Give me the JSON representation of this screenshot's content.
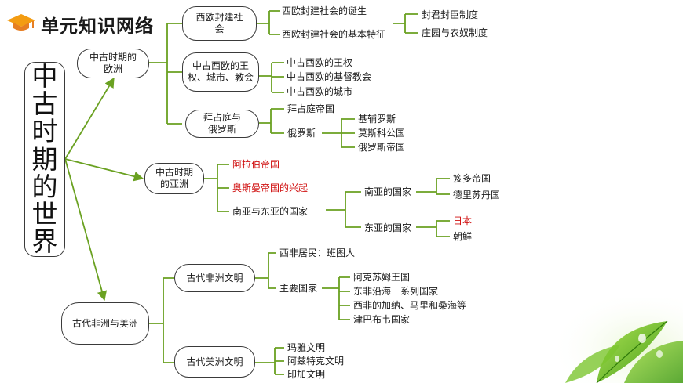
{
  "header": {
    "title": "单元知识网络",
    "icon": "graduation-cap-icon"
  },
  "root": {
    "chars": [
      "中",
      "古",
      "时",
      "期",
      "的",
      "世",
      "界"
    ]
  },
  "branches": {
    "europe": {
      "label": "中古时期的欧洲",
      "feudal": {
        "label": "西欧封建社会",
        "items": [
          "西欧封建社会的诞生",
          "西欧封建社会的基本特征"
        ],
        "features": [
          "封君封臣制度",
          "庄园与农奴制度"
        ]
      },
      "kingship": {
        "label": "中古西欧的王权、城市、教会",
        "items": [
          "中古西欧的王权",
          "中古西欧的基督教会",
          "中古西欧的城市"
        ]
      },
      "byzantium": {
        "label": "拜占庭与俄罗斯",
        "items": [
          "拜占庭帝国",
          "俄罗斯"
        ],
        "russia": [
          "基辅罗斯",
          "莫斯科公国",
          "俄罗斯帝国"
        ]
      }
    },
    "asia": {
      "label": "中古时期的亚洲",
      "items": [
        "阿拉伯帝国",
        "奥斯曼帝国的兴起",
        "南亚与东亚的国家"
      ],
      "south_asia": {
        "label": "南亚的国家",
        "items": [
          "笈多帝国",
          "德里苏丹国"
        ]
      },
      "east_asia": {
        "label": "东亚的国家",
        "items": [
          "日本",
          "朝鲜"
        ]
      }
    },
    "africa_america": {
      "label": "古代非洲与美洲",
      "africa": {
        "label": "古代非洲文明",
        "west": "西非居民：班图人",
        "major": "主要国家",
        "countries": [
          "阿克苏姆王国",
          "东非沿海一系列国家",
          "西非的加纳、马里和桑海等",
          "津巴布韦国家"
        ]
      },
      "america": {
        "label": "古代美洲文明",
        "items": [
          "玛雅文明",
          "阿兹特克文明",
          "印加文明"
        ]
      }
    }
  },
  "colors": {
    "line": "#6aa121",
    "box_border": "#3a3a3a",
    "highlight": "#d01010"
  }
}
